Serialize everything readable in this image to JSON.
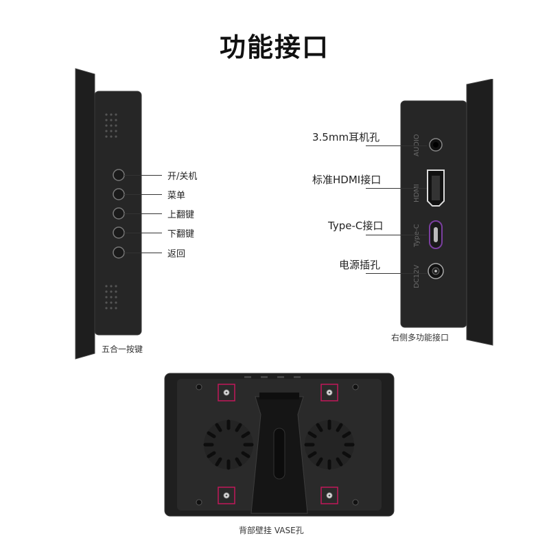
{
  "title": "功能接口",
  "left_panel": {
    "buttons": [
      "开/关机",
      "菜单",
      "上翻键",
      "下翻键",
      "返回"
    ],
    "caption": "五合一按键"
  },
  "right_panel": {
    "ports": [
      "3.5mm耳机孔",
      "标准HDMI接口",
      "Type-C接口",
      "电源插孔"
    ],
    "silk": [
      "AUDIO",
      "HDMI",
      "Type-C",
      "DC12V"
    ],
    "caption": "右侧多功能接口"
  },
  "back_panel": {
    "caption": "背部壁挂 VASE孔"
  },
  "colors": {
    "device_body": "#262626",
    "device_edge": "#3a3a3a",
    "vesa_highlight": "#c2185b",
    "typec_glow": "#7b3fa0"
  }
}
